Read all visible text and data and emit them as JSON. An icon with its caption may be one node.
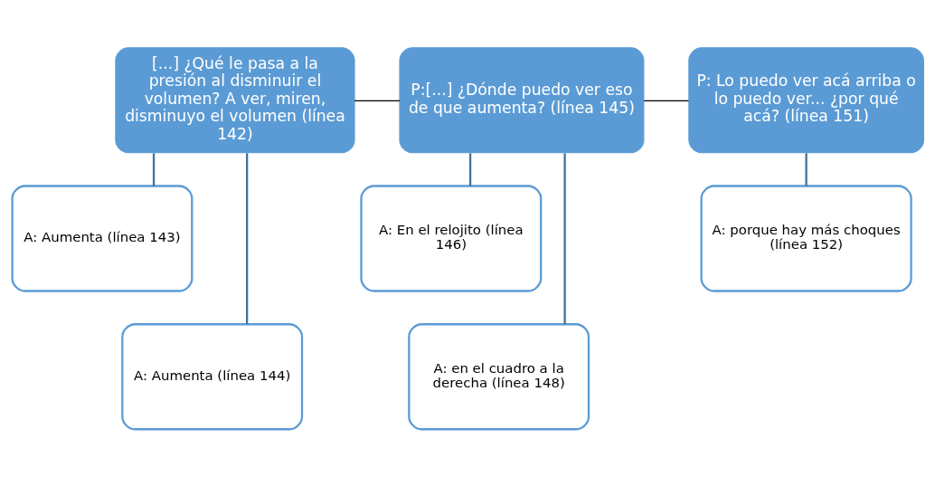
{
  "diagram": {
    "nodes": [
      {
        "text": [
          "[...] ¿Qué le pasa a la presión al disminuir el volumen? A ver, miren, disminuyo el volumen (línea 142)"
        ]
      },
      {
        "text": [
          "P:[...] ¿Dónde puedo ver eso de que aumenta? (línea 145)"
        ]
      },
      {
        "text": [
          "P: Lo puedo ver acá arriba o lo puedo ver... ¿por qué acá? (línea 151)"
        ]
      },
      {
        "text": [
          "A: Aumenta (línea 143)"
        ]
      },
      {
        "text": [
          "A: Aumenta (línea 144)"
        ]
      },
      {
        "text": [
          "A: En el relojito (línea 146)"
        ]
      },
      {
        "text": [
          "A: en el cuadro a la derecha (línea 148)"
        ]
      },
      {
        "text": [
          "A: porque hay más choques (línea 152)"
        ]
      }
    ],
    "edges": [
      {
        "from": 0,
        "to": 1,
        "arrow": "none",
        "color": "#000000"
      },
      {
        "from": 1,
        "to": 2,
        "arrow": "none",
        "color": "#000000"
      },
      {
        "from": 0,
        "to": 3,
        "arrow": "none"
      },
      {
        "from": 0,
        "to": 4,
        "arrow": "none"
      },
      {
        "from": 1,
        "to": 5,
        "arrow": "none"
      },
      {
        "from": 1,
        "to": 6,
        "arrow": "none"
      },
      {
        "from": 2,
        "to": 7,
        "arrow": "none"
      }
    ]
  }
}
